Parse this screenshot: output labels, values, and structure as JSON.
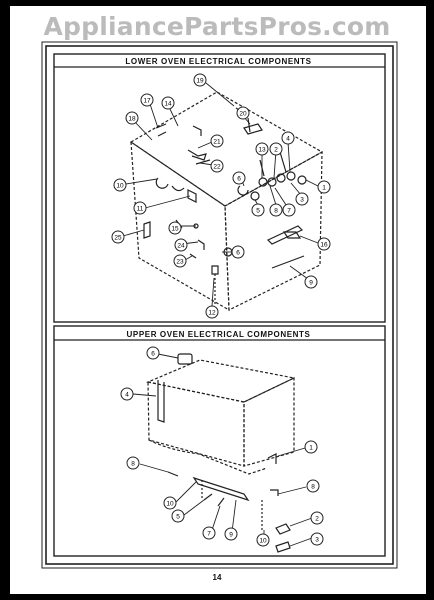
{
  "watermark": "AppliancePartsPros.com",
  "page_number": "14",
  "lower_section": {
    "title": "LOWER OVEN ELECTRICAL COMPONENTS",
    "callouts": [
      "1",
      "2",
      "3",
      "4",
      "5",
      "6",
      "7",
      "8",
      "9",
      "10",
      "11",
      "12",
      "13",
      "14",
      "15",
      "16",
      "17",
      "18",
      "19",
      "20",
      "21",
      "22",
      "23",
      "24",
      "25"
    ]
  },
  "upper_section": {
    "title": "UPPER OVEN ELECTRICAL COMPONENTS",
    "callouts": [
      "1",
      "2",
      "3",
      "4",
      "5",
      "6",
      "7",
      "8",
      "9",
      "10"
    ]
  }
}
